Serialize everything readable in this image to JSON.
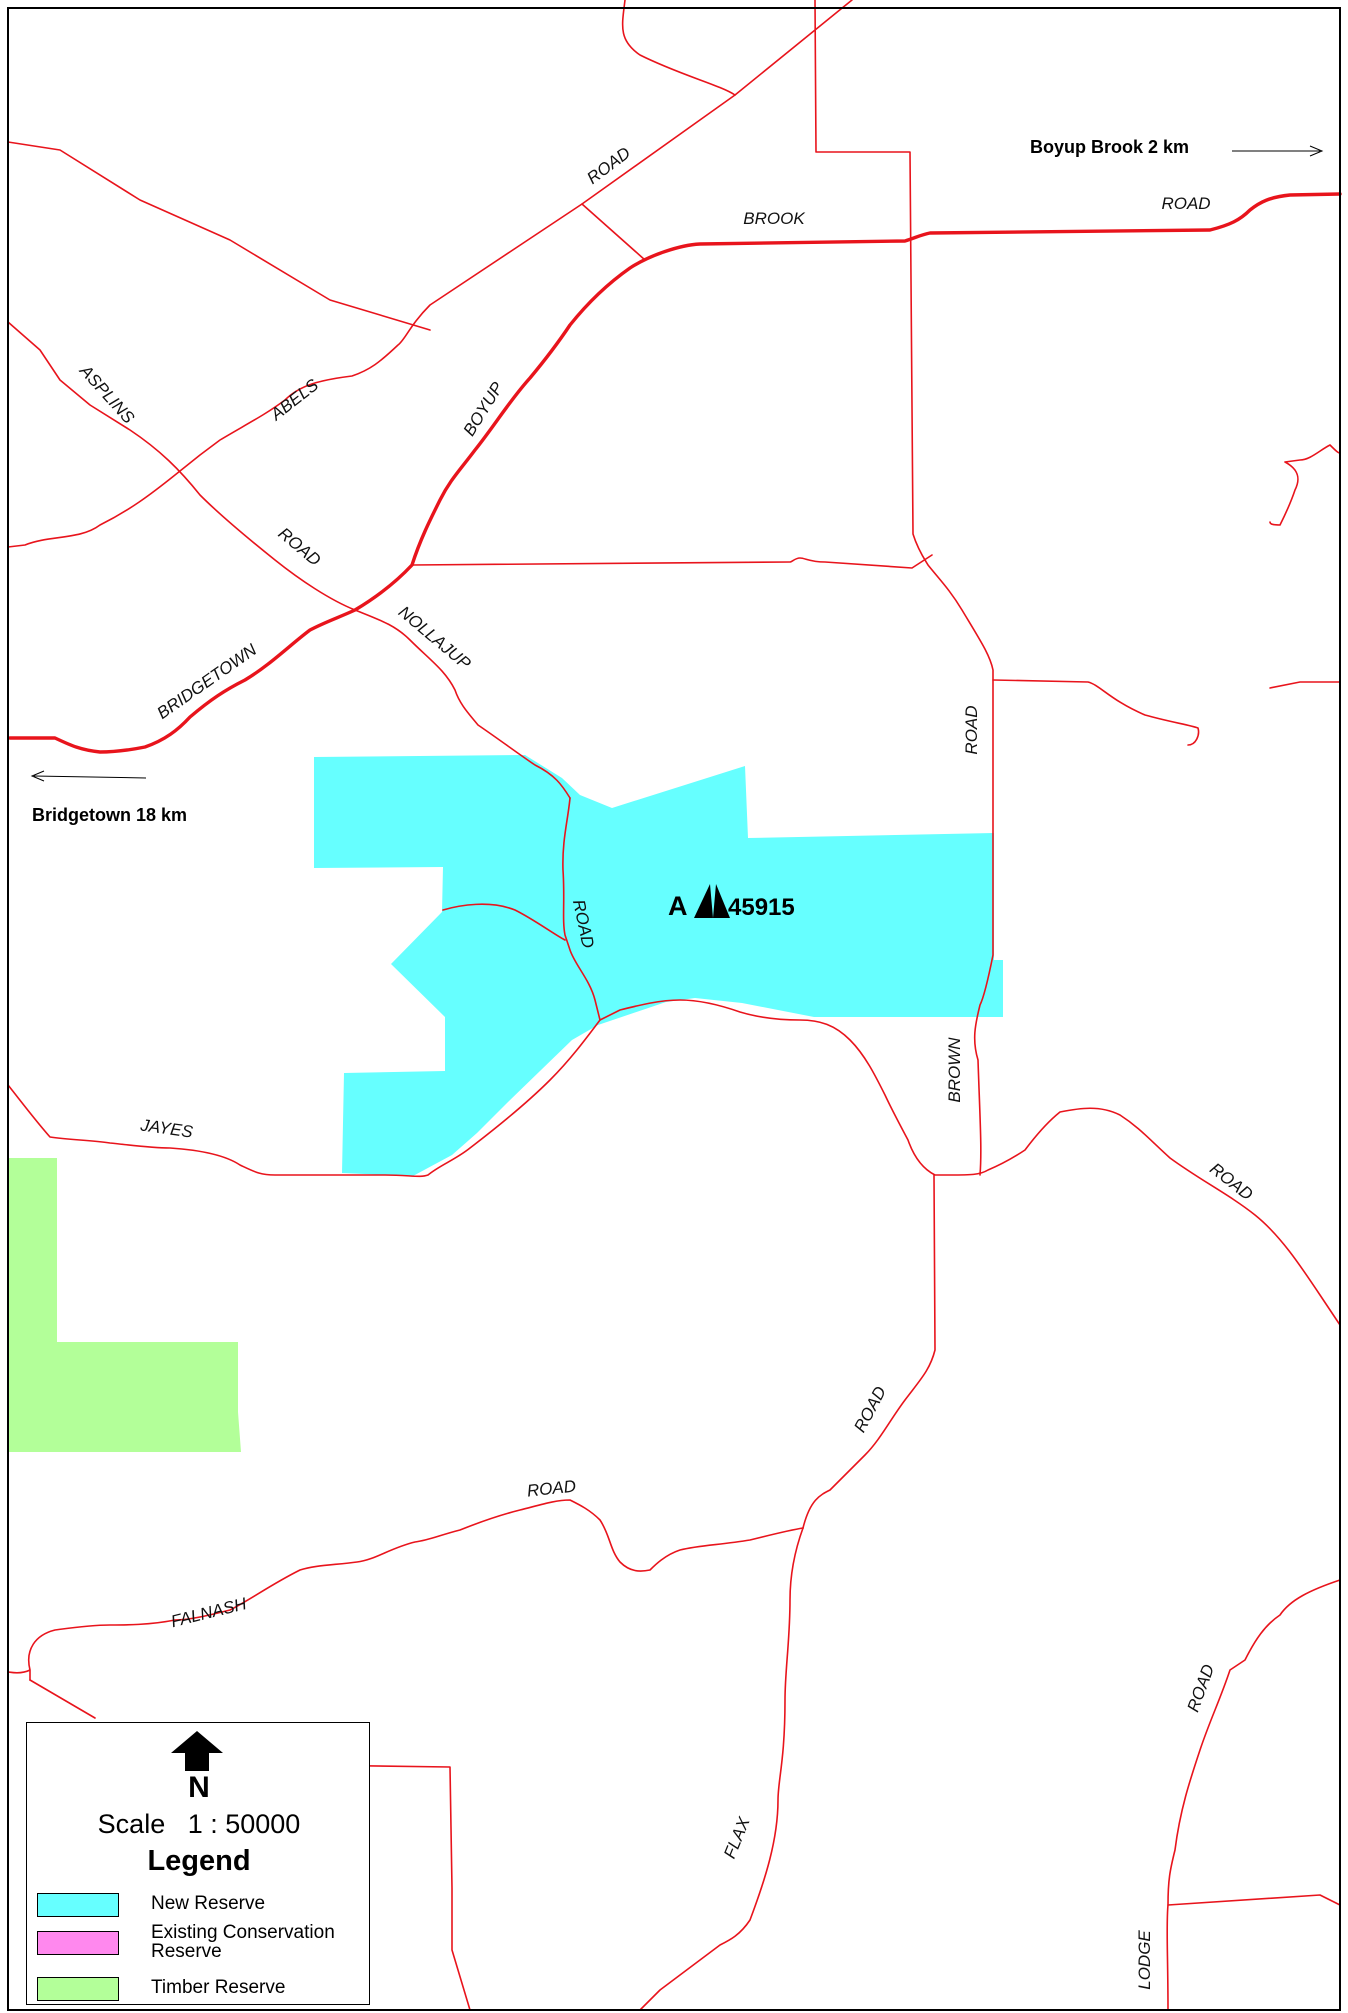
{
  "reserve_label": "A",
  "reserve_number": "45915",
  "places": [
    {
      "name": "Boyup Brook 2 km"
    },
    {
      "name": "Bridgetown 18 km"
    }
  ],
  "road_labels": [
    "ROAD",
    "BROOK",
    "ROAD",
    "BOYUP",
    "ABELS",
    "ASPLINS",
    "ROAD",
    "NOLLAJUP",
    "BRIDGETOWN",
    "ROAD",
    "ROAD",
    "JAYES",
    "BROWN",
    "ROAD",
    "ROAD",
    "ROAD",
    "FALNASH",
    "ROAD",
    "FLAX",
    "LODGE"
  ],
  "legend": {
    "north": "N",
    "scale": "Scale   1 : 50000",
    "title": "Legend",
    "items": [
      {
        "label": "New Reserve",
        "color": "#66ffff"
      },
      {
        "label": "Existing Conservation Reserve",
        "color": "#ff88ee"
      },
      {
        "label": "Timber Reserve",
        "color": "#b3ff99"
      }
    ]
  },
  "colors": {
    "road": "#e8141c",
    "new_reserve": "#66ffff",
    "existing_conservation_reserve": "#ff88ee",
    "timber_reserve": "#b3ff99",
    "frame": "#000000"
  }
}
